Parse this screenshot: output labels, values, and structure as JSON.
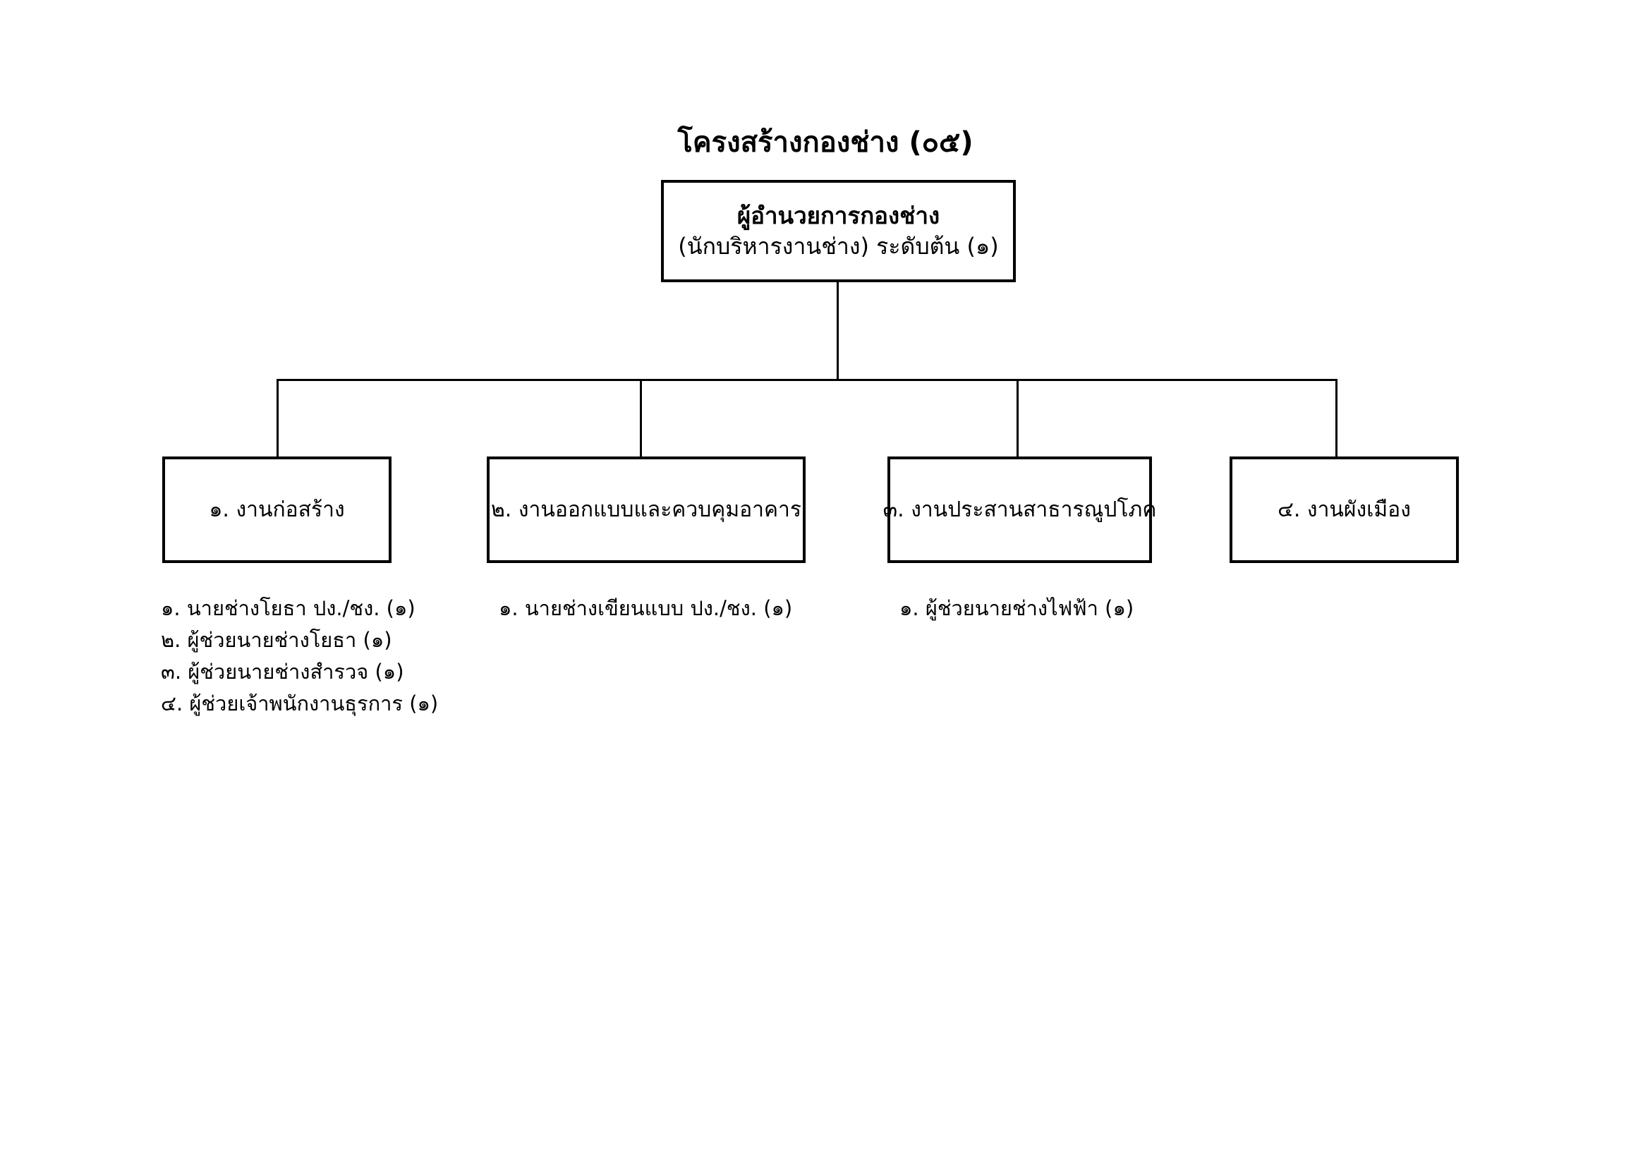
{
  "page": {
    "title": "โครงสร้างกองช่าง (๐๕)"
  },
  "director": {
    "title": "ผู้อำนวยการกองช่าง",
    "subtitle": "(นักบริหารงานช่าง) ระดับต้น (๑)"
  },
  "units": [
    {
      "label": "๑. งานก่อสร้าง",
      "staff": [
        "๑. นายช่างโยธา ปง./ชง. (๑)",
        "๒. ผู้ช่วยนายช่างโยธา (๑)",
        "๓. ผู้ช่วยนายช่างสำรวจ (๑)",
        "๔. ผู้ช่วยเจ้าพนักงานธุรการ (๑)"
      ]
    },
    {
      "label": "๒. งานออกแบบและควบคุมอาคาร",
      "staff": [
        "๑. นายช่างเขียนแบบ ปง./ชง. (๑)"
      ]
    },
    {
      "label": "๓. งานประสานสาธารณูปโภค",
      "staff": [
        "๑. ผู้ช่วยนายช่างไฟฟ้า (๑)"
      ]
    },
    {
      "label": "๔. งานผังเมือง",
      "staff": []
    }
  ],
  "colors": {
    "background": "#ffffff",
    "line": "#000000",
    "text": "#000000"
  }
}
